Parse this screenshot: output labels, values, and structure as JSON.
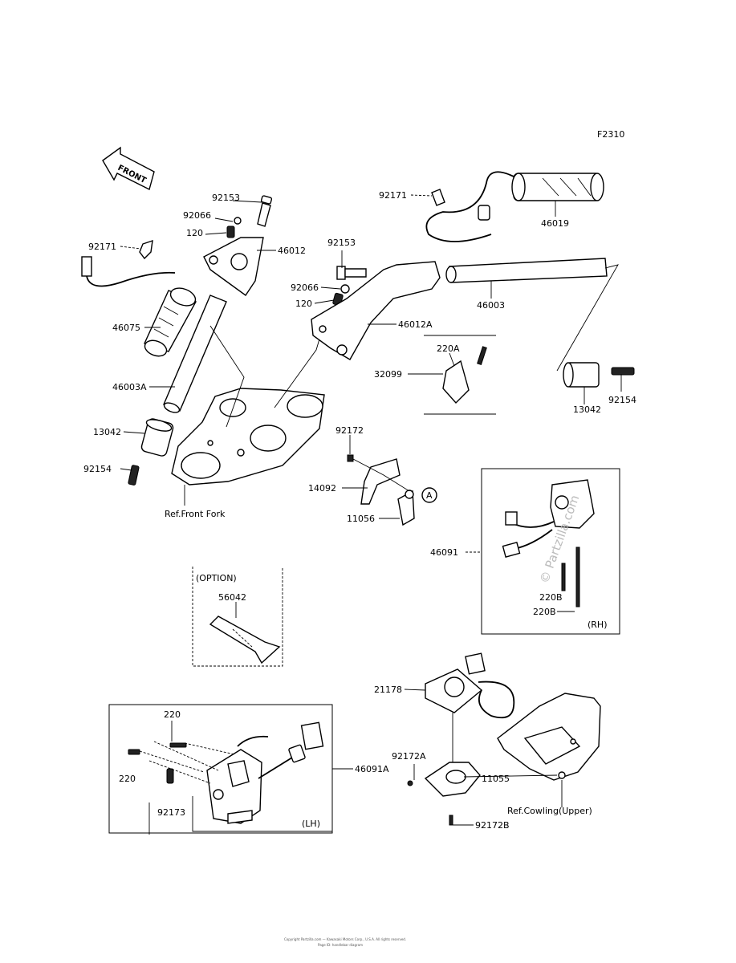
{
  "diagram_code": "F2310",
  "front_marker": "FRONT",
  "labels": {
    "p92153_left": "92153",
    "p92066_left": "92066",
    "p120_left": "120",
    "p92171_left": "92171",
    "p46012": "46012",
    "p46075": "46075",
    "p46003A": "46003A",
    "p13042_left": "13042",
    "p92154_left": "92154",
    "ref_front_fork": "Ref.Front Fork",
    "p92171_right": "92171",
    "p46019": "46019",
    "p92153_right": "92153",
    "p92066_right": "92066",
    "p120_right": "120",
    "p46003": "46003",
    "p46012A": "46012A",
    "p220A": "220A",
    "p32099": "32099",
    "p13042_right": "13042",
    "p92154_right": "92154",
    "p92172": "92172",
    "p14092": "14092",
    "p11056": "11056",
    "ref_A": "A",
    "p46091": "46091",
    "p220B_a": "220B",
    "p220B_b": "220B",
    "rh": "(RH)",
    "option": "(OPTION)",
    "p56042": "56042",
    "p21178": "21178",
    "p220_top": "220",
    "p220_left": "220",
    "p92173": "92173",
    "p46091A": "46091A",
    "lh": "(LH)",
    "p92172A": "92172A",
    "p11055": "11055",
    "ref_cowling": "Ref.Cowling(Upper)",
    "p92172B": "92172B"
  },
  "watermark": "© Partzilla.com",
  "footer_line1": "Copyright Partzilla.com — Kawasaki Motors Corp., U.S.A. All rights reserved.",
  "footer_line2": "Page ID: handlebar diagram"
}
